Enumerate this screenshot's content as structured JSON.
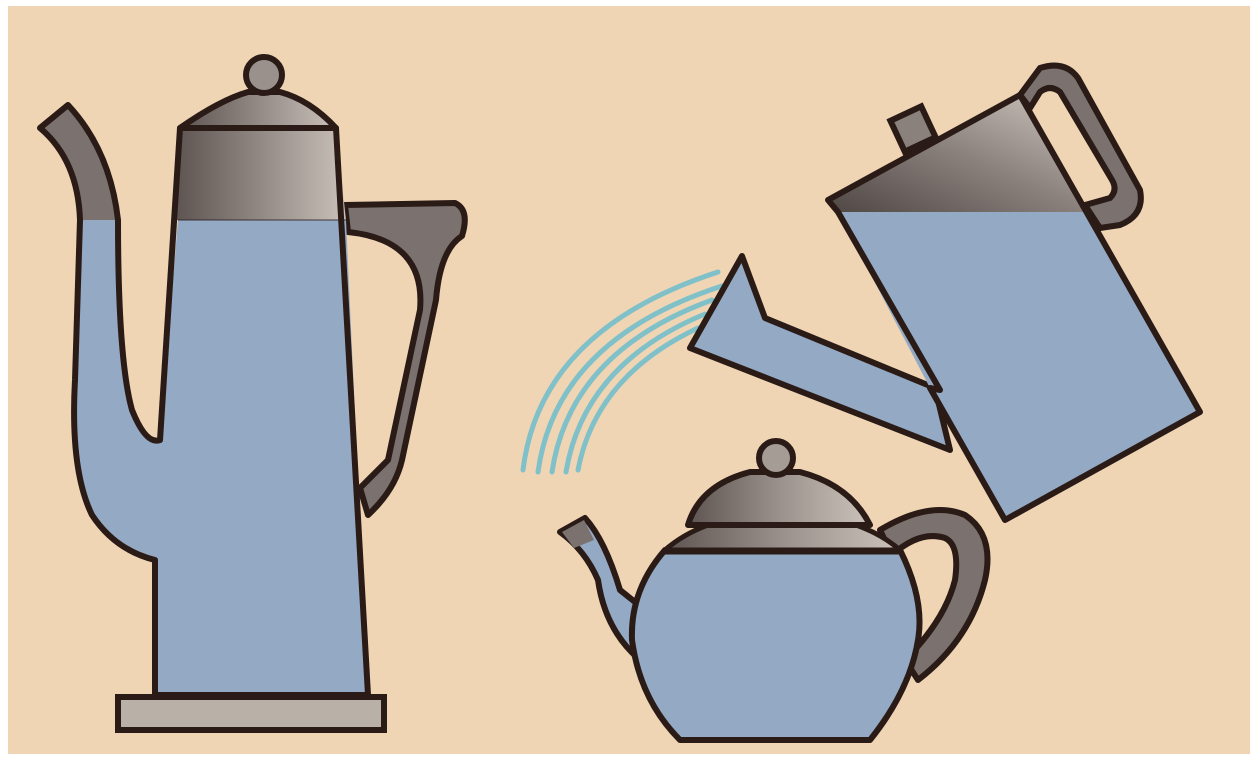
{
  "illustration": {
    "objects": [
      {
        "name": "coffee-pot",
        "label": ""
      },
      {
        "name": "watering-can",
        "label": ""
      },
      {
        "name": "teapot",
        "label": ""
      }
    ]
  },
  "colors": {
    "paper": "#efd5b4",
    "water": "#93a9c4",
    "metal_gray": "#7b726f",
    "metal_light": "#b9b0a8",
    "outline": "#2b1b17",
    "stream": "#7fc0c9"
  },
  "icons": [
    "coffee-pot-icon",
    "watering-can-icon",
    "teapot-icon"
  ]
}
